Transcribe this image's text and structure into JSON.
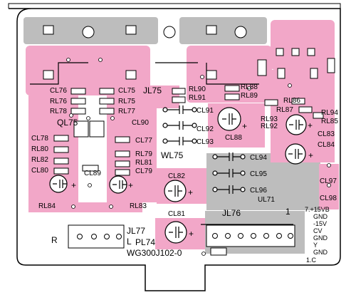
{
  "board": {
    "part_number": "WG300J102-0",
    "colors": {
      "copper": "#f2a7c8",
      "ground": "#bdbdbd",
      "outline": "#000000",
      "background": "#ffffff"
    }
  },
  "labels": {
    "jl75": "JL75",
    "jl76": "JL76",
    "jl77": "JL77",
    "ql75": "QL75",
    "wl75": "WL75",
    "ul71": "UL71",
    "pl74": "PL74",
    "cl75": "CL75",
    "cl76": "CL76",
    "cl77": "CL77",
    "cl78": "CL78",
    "cl79": "CL79",
    "cl80": "CL80",
    "cl81": "CL81",
    "cl82": "CL82",
    "cl83": "CL83",
    "cl84": "CL84",
    "cl88": "CL88",
    "cl89": "CL89",
    "cl90": "CL90",
    "cl91": "CL91",
    "cl92": "CL92",
    "cl93": "CL93",
    "cl94": "CL94",
    "cl95": "CL95",
    "cl96": "CL96",
    "cl97": "CL97",
    "cl98": "CL98",
    "rl75": "RL75",
    "rl76": "RL76",
    "rl77": "RL77",
    "rl78": "RL78",
    "rl79": "RL79",
    "rl80": "RL80",
    "rl81": "RL81",
    "rl82": "RL82",
    "rl83": "RL83",
    "rl84": "RL84",
    "rl85": "RL85",
    "rl86": "RL86",
    "rl87": "RL87",
    "rl88": "RL88",
    "rl89": "RL89",
    "rl90": "RL90",
    "rl91": "RL91",
    "rl92": "RL92",
    "rl93": "RL93",
    "rl94": "RL94",
    "r": "R",
    "l": "L",
    "pin1": "1",
    "pin_labels": [
      "7.+15VB",
      "GND",
      "-15V",
      "CV",
      "GND",
      "Y",
      "GND",
      "1.C"
    ],
    "plus": "+"
  }
}
